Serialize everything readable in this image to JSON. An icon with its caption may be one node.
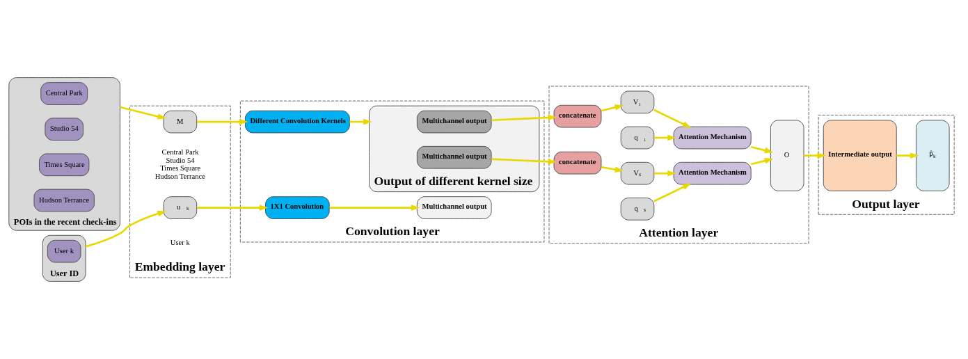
{
  "diagram": {
    "nodes": [
      {
        "text": [
          "POIs in the recent check-ins"
        ]
      },
      {
        "text": [
          "Central Park"
        ],
        "in": 0
      },
      {
        "text": [
          "Studio 54"
        ],
        "in": 0
      },
      {
        "text": [
          "Times Square"
        ],
        "in": 0
      },
      {
        "text": [
          "Hudson Terrance"
        ],
        "in": 0
      },
      {
        "text": [
          "User ID"
        ]
      },
      {
        "text": [
          "User k"
        ],
        "in": 5
      },
      {
        "text": [
          "Embedding layer"
        ]
      },
      {
        "text": [
          "M"
        ],
        "in": 7,
        "beside": [
          "Central Park",
          "Studio 54",
          "Times Square",
          "Hudson Terrance"
        ]
      },
      {
        "text": [
          "u⃗ₖ"
        ],
        "in": 7,
        "beside": [
          "User k"
        ]
      },
      {
        "text": [
          "Convolution layer"
        ]
      },
      {
        "text": [
          "Different Convolution Kernels"
        ],
        "in": 10
      },
      {
        "text": [
          "Output of different kernel size"
        ],
        "in": 10
      },
      {
        "text": [
          "Multichannel output"
        ],
        "in": 12
      },
      {
        "text": [
          "Multichannel output"
        ],
        "in": 12
      },
      {
        "text": [
          "1X1 Convolution"
        ],
        "in": 10
      },
      {
        "text": [
          "Multichannel output"
        ],
        "in": 10
      },
      {
        "text": [
          "Attention layer"
        ]
      },
      {
        "text": [
          "concatenate"
        ],
        "in": 17
      },
      {
        "text": [
          "V₁"
        ],
        "in": 17
      },
      {
        "text": [
          "q⃗₁"
        ],
        "in": 17
      },
      {
        "text": [
          "Attention Mechanism"
        ],
        "in": 17
      },
      {
        "text": [
          "concatenate"
        ],
        "in": 17
      },
      {
        "text": [
          "Vₛ"
        ],
        "in": 17
      },
      {
        "text": [
          "q⃗ₛ"
        ],
        "in": 17
      },
      {
        "text": [
          "Attention Mechanism"
        ],
        "in": 17
      },
      {
        "text": [
          "O"
        ],
        "in": 17
      },
      {
        "text": [
          "Output layer"
        ]
      },
      {
        "text": [
          "Intermediate output"
        ],
        "in": 27
      },
      {
        "text": [
          "P̂ₖ"
        ],
        "in": 27
      }
    ],
    "edges": [
      {
        "from": 0,
        "to": 8,
        "arrow": "to"
      },
      {
        "from": 5,
        "to": 9,
        "arrow": "to"
      },
      {
        "from": 8,
        "to": 11,
        "arrow": "to"
      },
      {
        "from": 11,
        "to": 12,
        "arrow": "to"
      },
      {
        "from": 9,
        "to": 15,
        "arrow": "to"
      },
      {
        "from": 15,
        "to": 16,
        "arrow": "to"
      },
      {
        "from": 13,
        "to": 18,
        "arrow": "to"
      },
      {
        "from": 14,
        "to": 22,
        "arrow": "to"
      },
      {
        "from": 18,
        "to": 19,
        "arrow": "to"
      },
      {
        "from": 19,
        "to": 21,
        "arrow": "to"
      },
      {
        "from": 20,
        "to": 21,
        "arrow": "to"
      },
      {
        "from": 21,
        "to": 26,
        "arrow": "to"
      },
      {
        "from": 22,
        "to": 23,
        "arrow": "to"
      },
      {
        "from": 23,
        "to": 25,
        "arrow": "to"
      },
      {
        "from": 24,
        "to": 25,
        "arrow": "to"
      },
      {
        "from": 25,
        "to": 26,
        "arrow": "to"
      },
      {
        "from": 26,
        "to": 28,
        "arrow": "to"
      },
      {
        "from": 28,
        "to": 29,
        "arrow": "to"
      }
    ]
  }
}
